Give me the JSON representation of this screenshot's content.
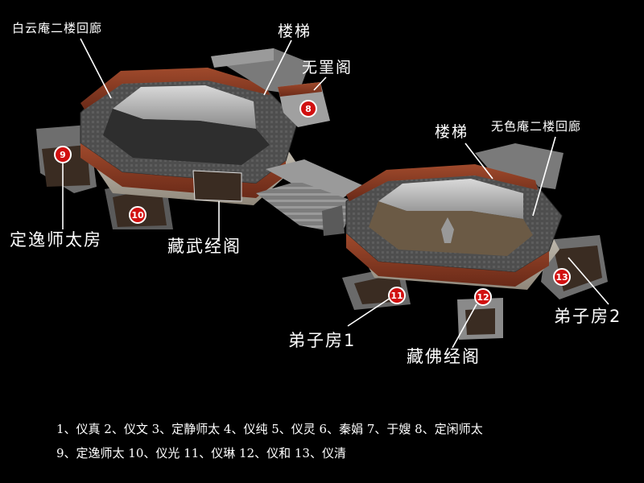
{
  "labels": {
    "baiyun": "白云庵二楼回廊",
    "stairs_left": "楼梯",
    "wuxing": "无罣阁",
    "stairs_right": "楼梯",
    "wuse": "无色庵二楼回廊",
    "dingyi": "定逸师太房",
    "cangwu": "藏武经阁",
    "dizi1": "弟子房1",
    "dizi2": "弟子房2",
    "cangfo": "藏佛经阁"
  },
  "markers": [
    "8",
    "9",
    "10",
    "11",
    "12",
    "13"
  ],
  "legend": {
    "line1": "1、仪真  2、仪文  3、定静师太  4、仪纯  5、仪灵  6、秦娟  7、于嫂  8、定闲师太",
    "line2": "9、定逸师太 10、仪光 11、仪琳  12、仪和  13、仪清"
  },
  "colors": {
    "background": "#000000",
    "marker": "#d11010",
    "label": "#ffffff",
    "wall": "#8a3a22",
    "roof": "#5a5a5a",
    "floor": "#3a3a3a"
  }
}
